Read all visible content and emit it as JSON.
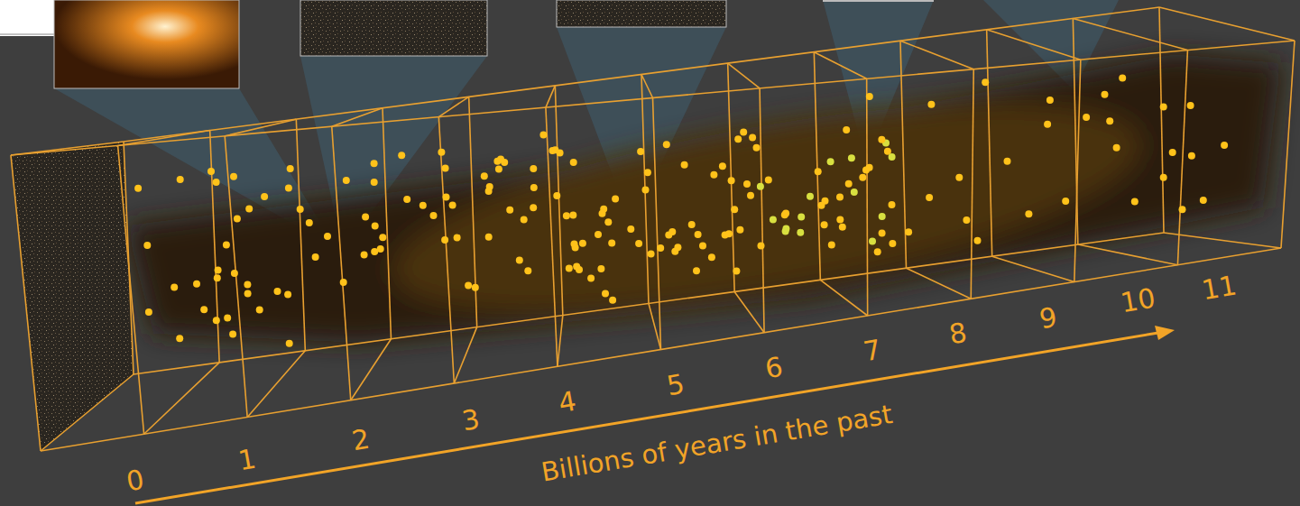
{
  "diagram": {
    "labels": [
      "0",
      "1",
      "2",
      "3",
      "4",
      "5",
      "6",
      "7",
      "8",
      "9",
      "10",
      "11",
      "Billions of years in the past"
    ]
  }
}
